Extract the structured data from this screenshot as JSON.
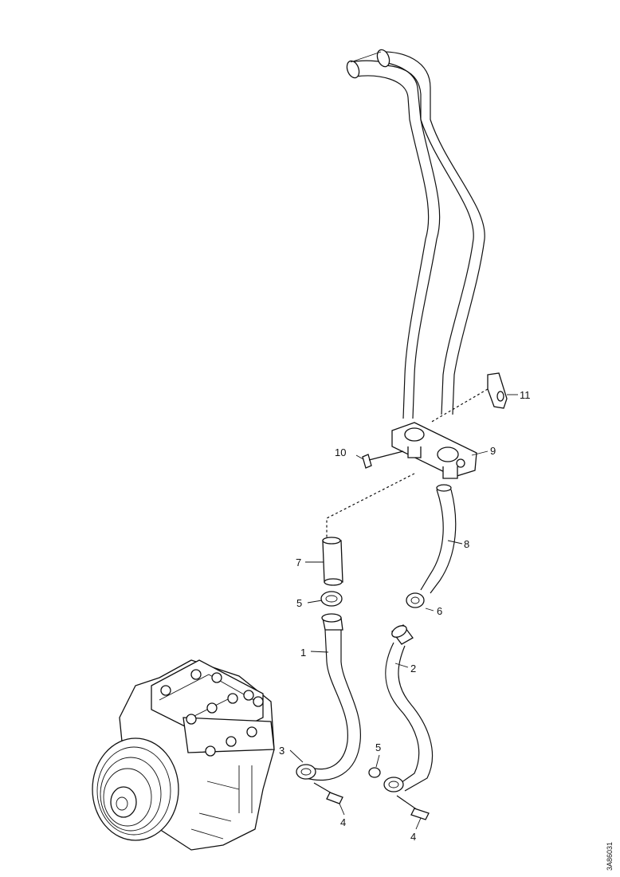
{
  "diagram": {
    "callouts": {
      "c1": "1",
      "c2": "2",
      "c3": "3",
      "c4a": "4",
      "c4b": "4",
      "c5a": "5",
      "c5b": "5",
      "c6": "6",
      "c7": "7",
      "c8": "8",
      "c9": "9",
      "c10": "10",
      "c11": "11"
    },
    "document_id": "3A86031"
  }
}
